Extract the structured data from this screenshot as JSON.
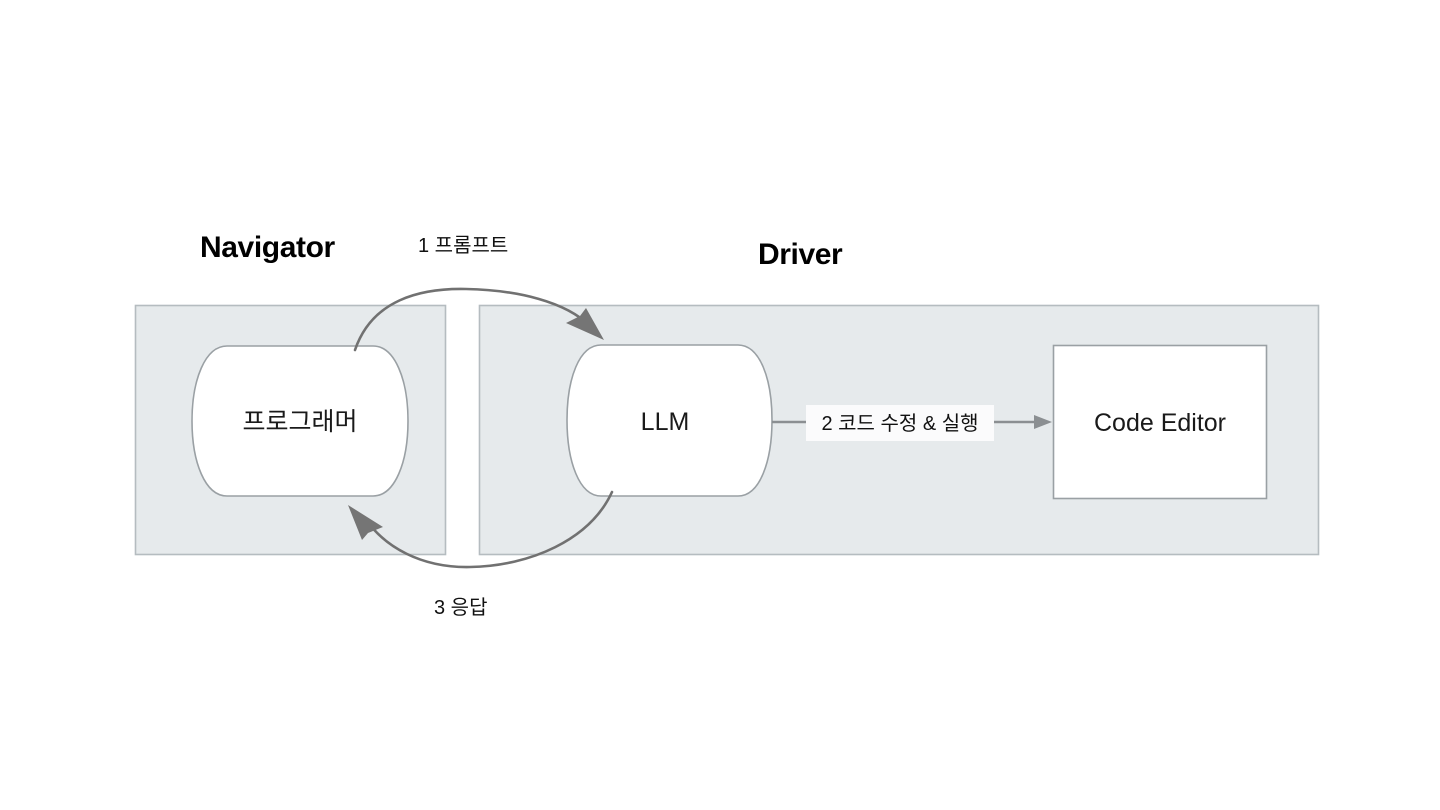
{
  "diagram": {
    "title_hidden": "",
    "background_color": "#ffffff",
    "panel_fill": "#e6eaec",
    "panel_stroke": "#b5bcc0",
    "node_fill": "#ffffff",
    "node_stroke": "#9aa0a4",
    "connector_color": "#717171",
    "lanes": [
      {
        "id": "navigator",
        "label": "Navigator"
      },
      {
        "id": "driver",
        "label": "Driver"
      }
    ],
    "nodes": [
      {
        "id": "programmer",
        "label": "프로그래머",
        "shape": "cylinder-horizontal",
        "lane": "navigator"
      },
      {
        "id": "llm",
        "label": "LLM",
        "shape": "cylinder-horizontal",
        "lane": "driver"
      },
      {
        "id": "code-editor",
        "label": "Code Editor",
        "shape": "rectangle",
        "lane": "driver"
      }
    ],
    "edges": [
      {
        "id": "edge-1",
        "label": "1 프롬프트",
        "from": "programmer",
        "to": "llm",
        "style": "curved-top"
      },
      {
        "id": "edge-2",
        "label": "2 코드 수정 & 실행",
        "from": "llm",
        "to": "code-editor",
        "style": "straight"
      },
      {
        "id": "edge-3",
        "label": "3 응답",
        "from": "llm",
        "to": "programmer",
        "style": "curved-bottom"
      }
    ]
  }
}
